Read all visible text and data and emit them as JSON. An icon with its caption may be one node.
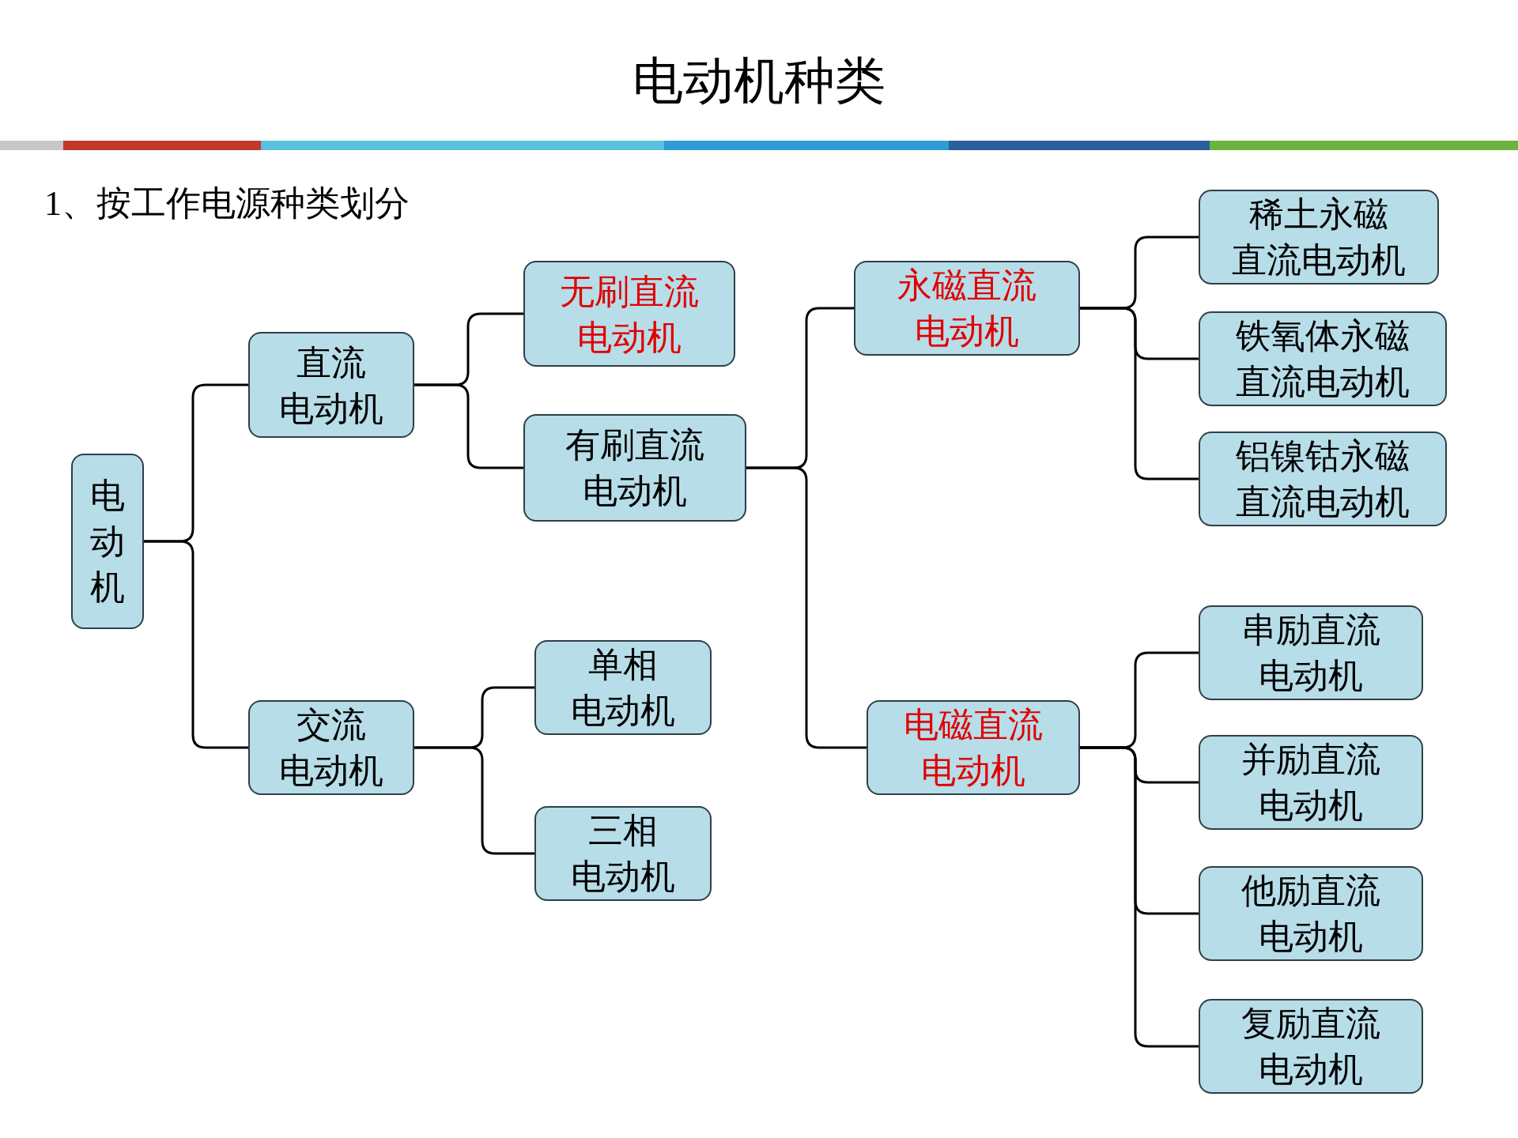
{
  "diagram": {
    "title": "电动机种类",
    "nodes": [
      {
        "text": [
          "电动机"
        ]
      },
      {
        "text": [
          "直流电动机"
        ]
      },
      {
        "text": [
          "交流电动机"
        ]
      },
      {
        "text": [
          "无刷直流电动机"
        ]
      },
      {
        "text": [
          "有刷直流电动机"
        ]
      },
      {
        "text": [
          "单相电动机"
        ]
      },
      {
        "text": [
          "三相电动机"
        ]
      },
      {
        "text": [
          "永磁直流电动机"
        ]
      },
      {
        "text": [
          "电磁直流电动机"
        ]
      },
      {
        "text": [
          "稀土永磁直流电动机"
        ]
      },
      {
        "text": [
          "铁氧体永磁直流电动机"
        ]
      },
      {
        "text": [
          "铝镍钴永磁直流电动机"
        ]
      },
      {
        "text": [
          "串励直流电动机"
        ]
      },
      {
        "text": [
          "并励直流电动机"
        ]
      },
      {
        "text": [
          "他励直流电动机"
        ]
      },
      {
        "text": [
          "复励直流电动机"
        ]
      }
    ],
    "edges": [
      {
        "from": 0,
        "to": 1,
        "arrow": "none"
      },
      {
        "from": 0,
        "to": 2,
        "arrow": "none"
      },
      {
        "from": 1,
        "to": 3,
        "arrow": "none"
      },
      {
        "from": 1,
        "to": 4,
        "arrow": "none"
      },
      {
        "from": 2,
        "to": 5,
        "arrow": "none"
      },
      {
        "from": 2,
        "to": 6,
        "arrow": "none"
      },
      {
        "from": 4,
        "to": 7,
        "arrow": "none"
      },
      {
        "from": 4,
        "to": 8,
        "arrow": "none"
      },
      {
        "from": 7,
        "to": 9,
        "arrow": "none"
      },
      {
        "from": 7,
        "to": 10,
        "arrow": "none"
      },
      {
        "from": 7,
        "to": 11,
        "arrow": "none"
      },
      {
        "from": 8,
        "to": 12,
        "arrow": "none"
      },
      {
        "from": 8,
        "to": 13,
        "arrow": "none"
      },
      {
        "from": 8,
        "to": 14,
        "arrow": "none"
      },
      {
        "from": 8,
        "to": 15,
        "arrow": "none"
      }
    ],
    "labels": [
      "1、按工作电源种类划分"
    ]
  }
}
